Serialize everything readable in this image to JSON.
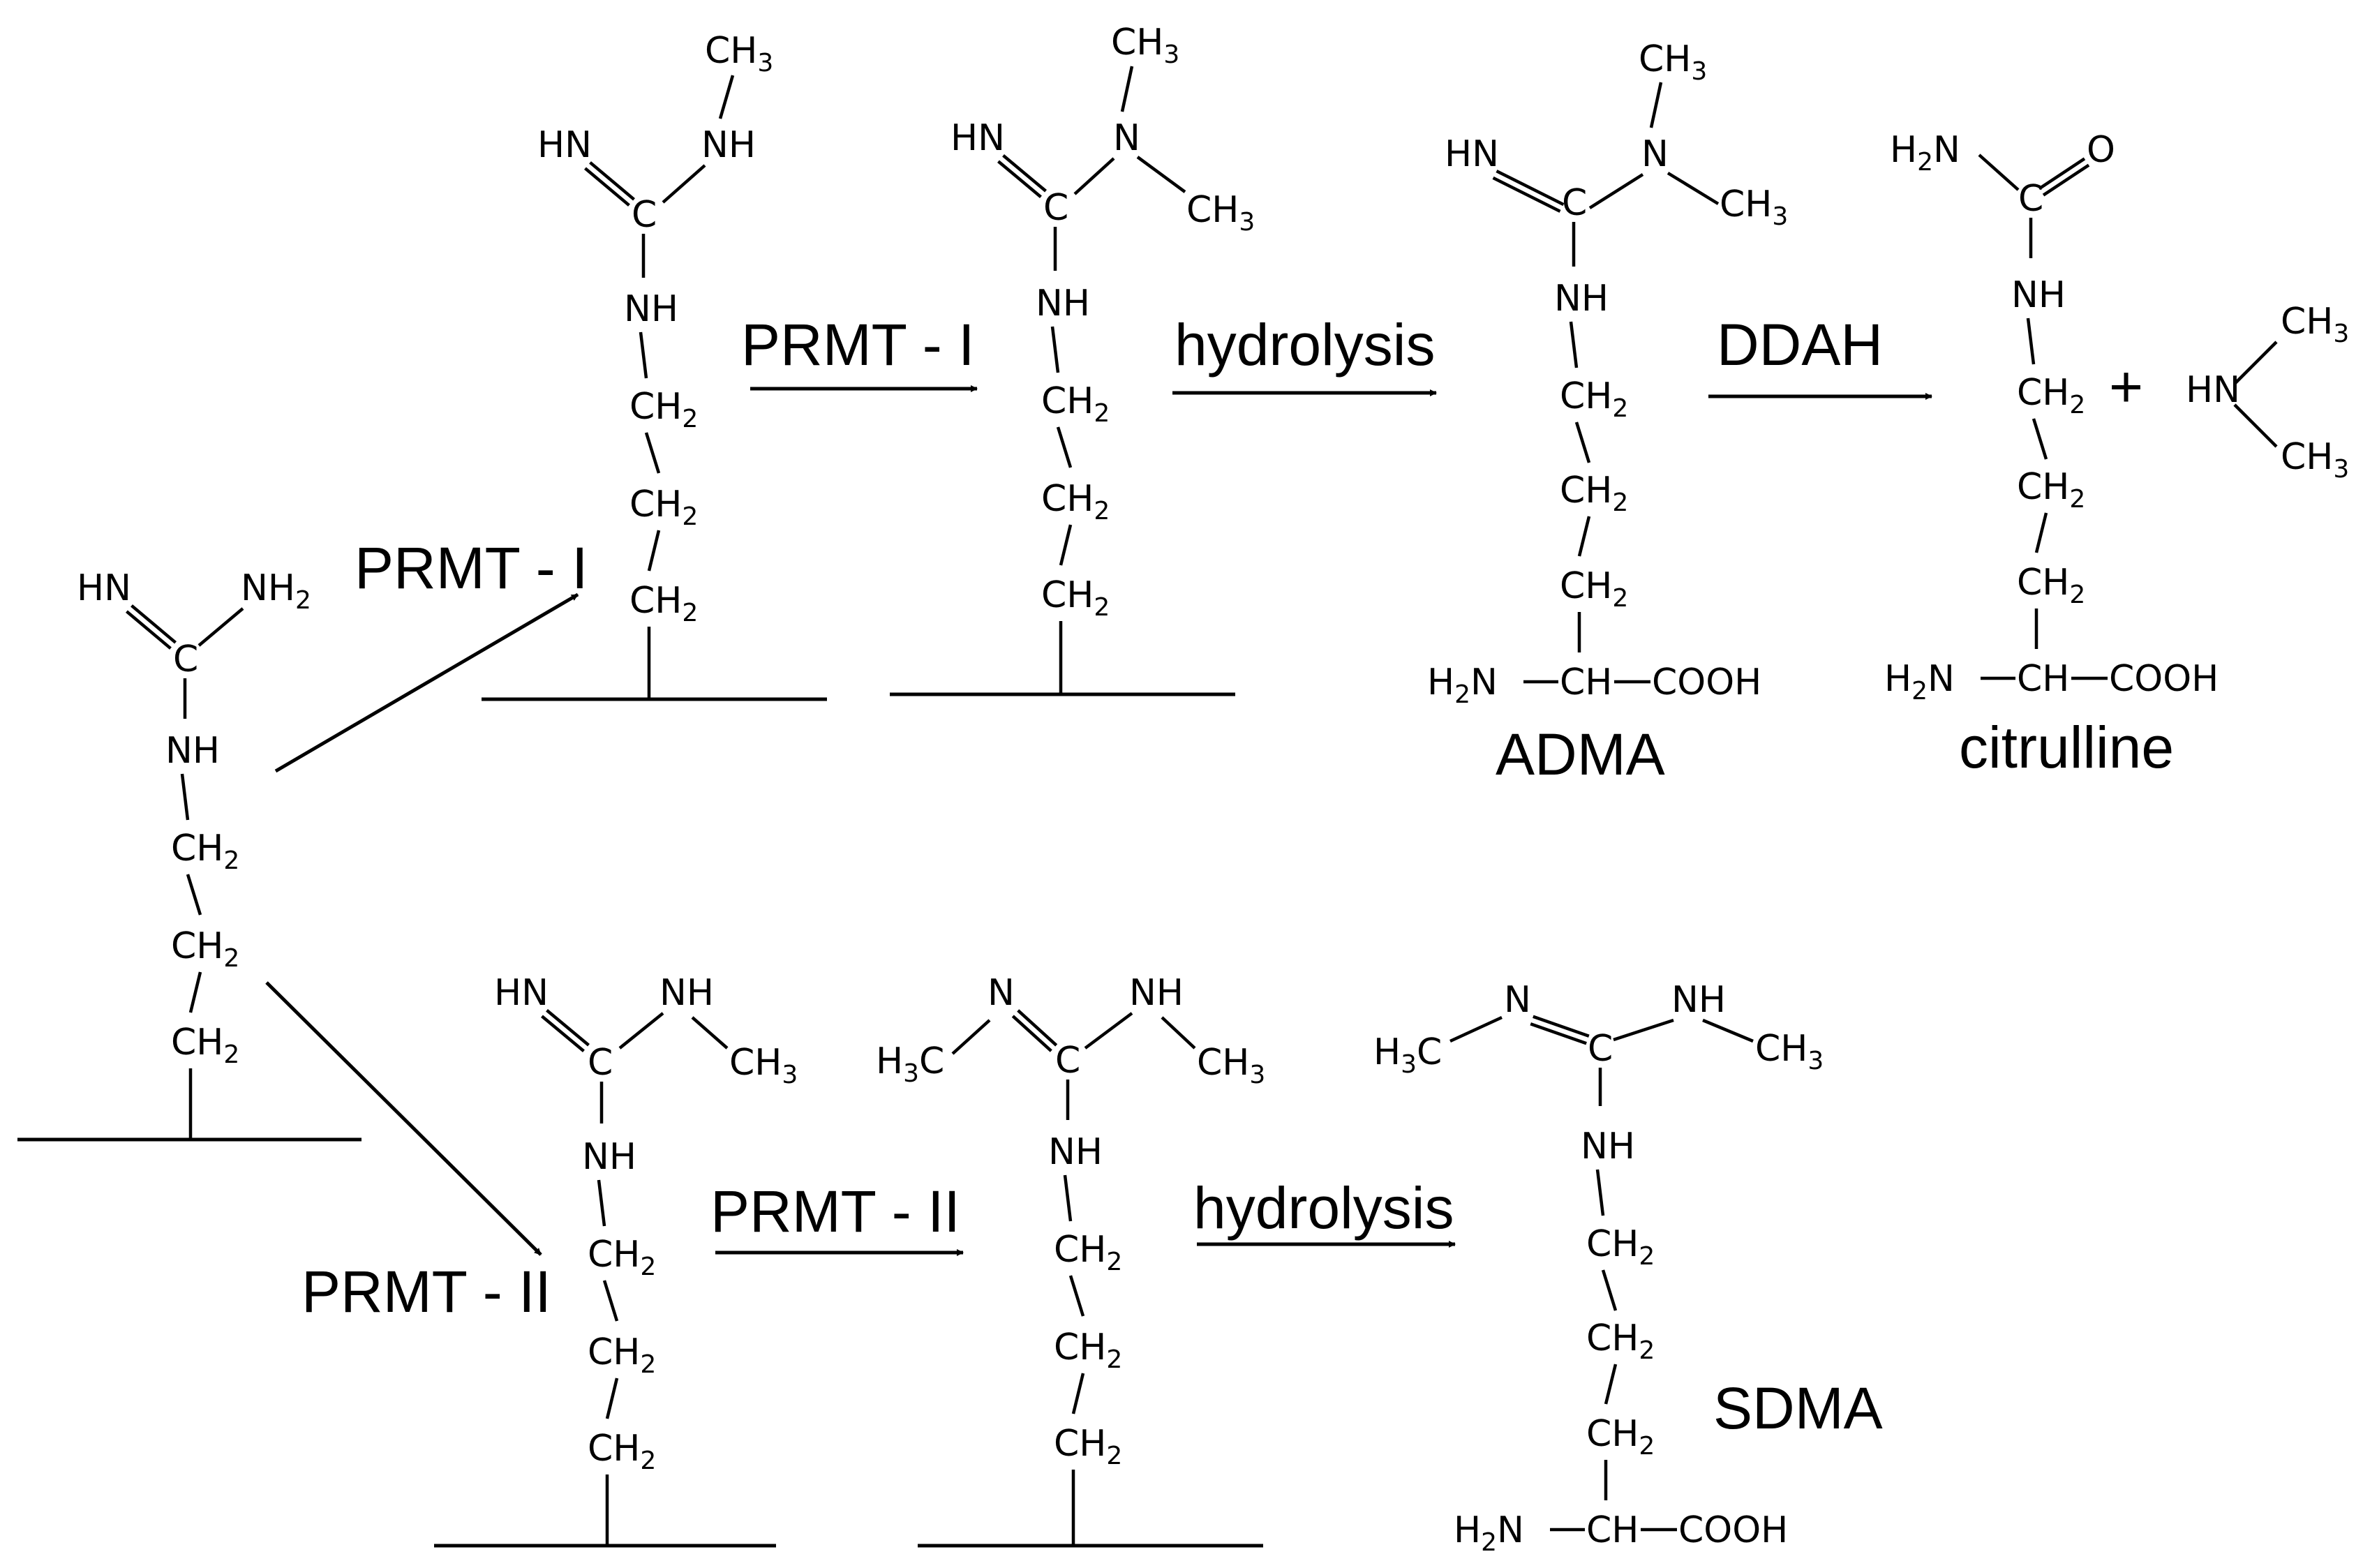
{
  "atoms": {
    "HN": "HN",
    "NH": "NH",
    "N": "N",
    "C": "C",
    "O": "O",
    "CH": "CH",
    "CH3": "CH",
    "CH2": "CH",
    "NH2": "NH",
    "H2N": "H",
    "H3C": "H",
    "COOH": "COOH",
    "sub2": "2",
    "sub3": "3",
    "N_tail": "N",
    "C_tail": "C",
    "plus": "+"
  },
  "reactions": {
    "prmt1": "PRMT - I",
    "prmt2": "PRMT - II",
    "hydrolysis": "hydrolysis",
    "ddah": "DDAH"
  },
  "products": {
    "adma": "ADMA",
    "sdma": "SDMA",
    "citrulline": "citrulline"
  }
}
